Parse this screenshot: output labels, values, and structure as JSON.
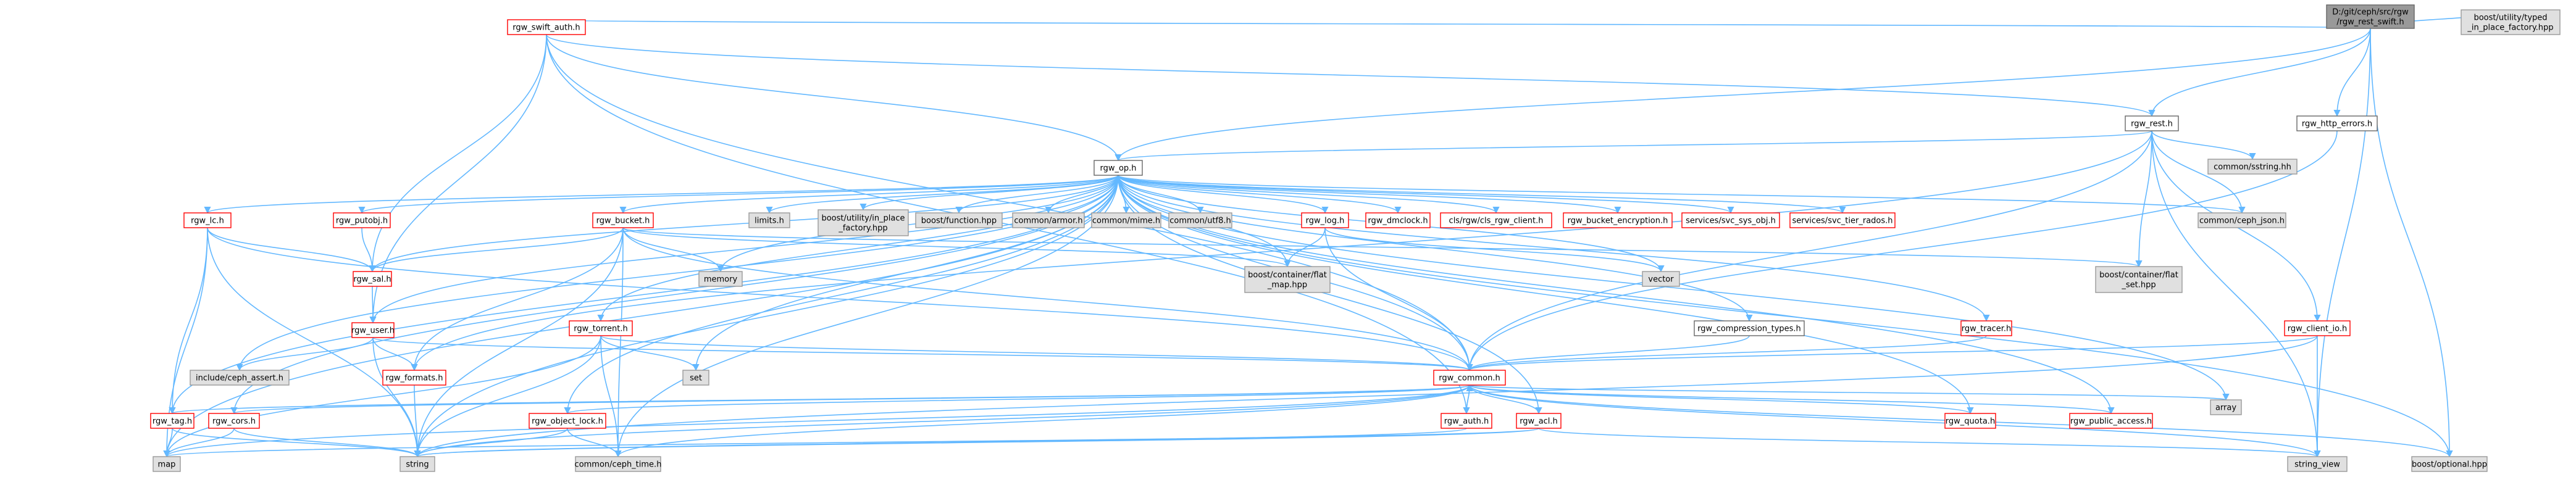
{
  "styles": {
    "root": {
      "fill": "#999999",
      "stroke": "#666666"
    },
    "red": {
      "fill": "#ffffff",
      "stroke": "#ff0000"
    },
    "plain": {
      "fill": "#ffffff",
      "stroke": "#666666"
    },
    "gray": {
      "fill": "#e0e0e0",
      "stroke": "#999999"
    },
    "edge_color": "#63b8ff"
  },
  "nodes": [
    {
      "id": "root",
      "lines": [
        "D:/git/ceph/src/rgw",
        "/rgw_rest_swift.h"
      ],
      "style": "root"
    },
    {
      "id": "swift_auth",
      "lines": [
        "rgw_swift_auth.h"
      ],
      "style": "red"
    },
    {
      "id": "rest",
      "lines": [
        "rgw_rest.h"
      ],
      "style": "plain"
    },
    {
      "id": "http_errors",
      "lines": [
        "rgw_http_errors.h"
      ],
      "style": "plain"
    },
    {
      "id": "typed_factory",
      "lines": [
        "boost/utility/typed",
        "_in_place_factory.hpp"
      ],
      "style": "gray"
    },
    {
      "id": "op",
      "lines": [
        "rgw_op.h"
      ],
      "style": "plain"
    },
    {
      "id": "cstring",
      "lines": [
        "common/sstring.hh"
      ],
      "style": "gray"
    },
    {
      "id": "lc",
      "lines": [
        "rgw_lc.h"
      ],
      "style": "red"
    },
    {
      "id": "putobj",
      "lines": [
        "rgw_putobj.h"
      ],
      "style": "red"
    },
    {
      "id": "bucket",
      "lines": [
        "rgw_bucket.h"
      ],
      "style": "red"
    },
    {
      "id": "limits",
      "lines": [
        "limits.h"
      ],
      "style": "gray"
    },
    {
      "id": "inplace",
      "lines": [
        "boost/utility/in_place",
        "_factory.hpp"
      ],
      "style": "gray"
    },
    {
      "id": "function",
      "lines": [
        "boost/function.hpp"
      ],
      "style": "gray"
    },
    {
      "id": "armor",
      "lines": [
        "common/armor.h"
      ],
      "style": "gray"
    },
    {
      "id": "mime",
      "lines": [
        "common/mime.h"
      ],
      "style": "gray"
    },
    {
      "id": "utf8",
      "lines": [
        "common/utf8.h"
      ],
      "style": "gray"
    },
    {
      "id": "log",
      "lines": [
        "rgw_log.h"
      ],
      "style": "red"
    },
    {
      "id": "dmclock",
      "lines": [
        "rgw_dmclock.h"
      ],
      "style": "red"
    },
    {
      "id": "cls_rgw",
      "lines": [
        "cls/rgw/cls_rgw_client.h"
      ],
      "style": "red"
    },
    {
      "id": "bucket_enc",
      "lines": [
        "rgw_bucket_encryption.h"
      ],
      "style": "red"
    },
    {
      "id": "svc_sys",
      "lines": [
        "services/svc_sys_obj.h"
      ],
      "style": "red"
    },
    {
      "id": "svc_tier",
      "lines": [
        "services/svc_tier_rados.h"
      ],
      "style": "red"
    },
    {
      "id": "json",
      "lines": [
        "common/ceph_json.h"
      ],
      "style": "gray"
    },
    {
      "id": "sal",
      "lines": [
        "rgw_sal.h"
      ],
      "style": "red"
    },
    {
      "id": "memory",
      "lines": [
        "memory"
      ],
      "style": "gray"
    },
    {
      "id": "flat_map",
      "lines": [
        "boost/container/flat",
        "_map.hpp"
      ],
      "style": "gray"
    },
    {
      "id": "vector",
      "lines": [
        "vector"
      ],
      "style": "gray"
    },
    {
      "id": "flat_set",
      "lines": [
        "boost/container/flat",
        "_set.hpp"
      ],
      "style": "gray"
    },
    {
      "id": "user",
      "lines": [
        "rgw_user.h"
      ],
      "style": "red"
    },
    {
      "id": "torrent",
      "lines": [
        "rgw_torrent.h"
      ],
      "style": "red"
    },
    {
      "id": "compression",
      "lines": [
        "rgw_compression_types.h"
      ],
      "style": "plain"
    },
    {
      "id": "tracer",
      "lines": [
        "rgw_tracer.h"
      ],
      "style": "red"
    },
    {
      "id": "client_io",
      "lines": [
        "rgw_client_io.h"
      ],
      "style": "red"
    },
    {
      "id": "asset",
      "lines": [
        "include/ceph_assert.h"
      ],
      "style": "gray"
    },
    {
      "id": "formats",
      "lines": [
        "rgw_formats.h"
      ],
      "style": "red"
    },
    {
      "id": "set",
      "lines": [
        "set"
      ],
      "style": "gray"
    },
    {
      "id": "common",
      "lines": [
        "rgw_common.h"
      ],
      "style": "red"
    },
    {
      "id": "array",
      "lines": [
        "array"
      ],
      "style": "gray"
    },
    {
      "id": "tag",
      "lines": [
        "rgw_tag.h"
      ],
      "style": "red"
    },
    {
      "id": "cors",
      "lines": [
        "rgw_cors.h"
      ],
      "style": "red"
    },
    {
      "id": "objlock",
      "lines": [
        "rgw_object_lock.h"
      ],
      "style": "red"
    },
    {
      "id": "auth",
      "lines": [
        "rgw_auth.h"
      ],
      "style": "red"
    },
    {
      "id": "acl",
      "lines": [
        "rgw_acl.h"
      ],
      "style": "red"
    },
    {
      "id": "quota",
      "lines": [
        "rgw_quota.h"
      ],
      "style": "red"
    },
    {
      "id": "public_access",
      "lines": [
        "rgw_public_access.h"
      ],
      "style": "red"
    },
    {
      "id": "map",
      "lines": [
        "map"
      ],
      "style": "gray"
    },
    {
      "id": "string",
      "lines": [
        "string"
      ],
      "style": "gray"
    },
    {
      "id": "ceph_time",
      "lines": [
        "common/ceph_time.h"
      ],
      "style": "gray"
    },
    {
      "id": "string_view",
      "lines": [
        "string_view"
      ],
      "style": "gray"
    },
    {
      "id": "optional",
      "lines": [
        "boost/optional.hpp"
      ],
      "style": "gray"
    }
  ],
  "edges": [
    [
      "root",
      "swift_auth"
    ],
    [
      "root",
      "rest"
    ],
    [
      "root",
      "http_errors"
    ],
    [
      "root",
      "typed_factory"
    ],
    [
      "root",
      "op"
    ],
    [
      "root",
      "string_view"
    ],
    [
      "root",
      "optional"
    ],
    [
      "swift_auth",
      "op"
    ],
    [
      "swift_auth",
      "rest"
    ],
    [
      "swift_auth",
      "auth"
    ],
    [
      "swift_auth",
      "user"
    ],
    [
      "swift_auth",
      "sal"
    ],
    [
      "swift_auth",
      "common"
    ],
    [
      "rest",
      "op"
    ],
    [
      "rest",
      "cstring"
    ],
    [
      "rest",
      "json"
    ],
    [
      "rest",
      "flat_set"
    ],
    [
      "rest",
      "client_io"
    ],
    [
      "rest",
      "formats"
    ],
    [
      "rest",
      "string_view"
    ],
    [
      "rest",
      "common"
    ],
    [
      "http_errors",
      "common"
    ],
    [
      "op",
      "lc"
    ],
    [
      "op",
      "putobj"
    ],
    [
      "op",
      "bucket"
    ],
    [
      "op",
      "limits"
    ],
    [
      "op",
      "inplace"
    ],
    [
      "op",
      "function"
    ],
    [
      "op",
      "armor"
    ],
    [
      "op",
      "mime"
    ],
    [
      "op",
      "utf8"
    ],
    [
      "op",
      "log"
    ],
    [
      "op",
      "dmclock"
    ],
    [
      "op",
      "cls_rgw"
    ],
    [
      "op",
      "bucket_enc"
    ],
    [
      "op",
      "svc_sys"
    ],
    [
      "op",
      "svc_tier"
    ],
    [
      "op",
      "json"
    ],
    [
      "op",
      "sal"
    ],
    [
      "op",
      "memory"
    ],
    [
      "op",
      "flat_map"
    ],
    [
      "op",
      "vector"
    ],
    [
      "op",
      "user"
    ],
    [
      "op",
      "torrent"
    ],
    [
      "op",
      "compression"
    ],
    [
      "op",
      "tracer"
    ],
    [
      "op",
      "asset"
    ],
    [
      "op",
      "set"
    ],
    [
      "op",
      "common"
    ],
    [
      "op",
      "array"
    ],
    [
      "op",
      "tag"
    ],
    [
      "op",
      "cors"
    ],
    [
      "op",
      "objlock"
    ],
    [
      "op",
      "acl"
    ],
    [
      "op",
      "quota"
    ],
    [
      "op",
      "public_access"
    ],
    [
      "op",
      "map"
    ],
    [
      "op",
      "string"
    ],
    [
      "op",
      "ceph_time"
    ],
    [
      "op",
      "optional"
    ],
    [
      "lc",
      "sal"
    ],
    [
      "lc",
      "tag"
    ],
    [
      "lc",
      "common"
    ],
    [
      "lc",
      "map"
    ],
    [
      "lc",
      "string"
    ],
    [
      "putobj",
      "sal"
    ],
    [
      "bucket",
      "sal"
    ],
    [
      "bucket",
      "memory"
    ],
    [
      "bucket",
      "flat_map"
    ],
    [
      "bucket",
      "flat_set"
    ],
    [
      "bucket",
      "formats"
    ],
    [
      "bucket",
      "common"
    ],
    [
      "bucket",
      "string"
    ],
    [
      "bucket",
      "ceph_time"
    ],
    [
      "log",
      "flat_map"
    ],
    [
      "log",
      "vector"
    ],
    [
      "log",
      "common"
    ],
    [
      "sal",
      "user"
    ],
    [
      "user",
      "asset"
    ],
    [
      "user",
      "formats"
    ],
    [
      "user",
      "common"
    ],
    [
      "user",
      "string"
    ],
    [
      "torrent",
      "set"
    ],
    [
      "torrent",
      "common"
    ],
    [
      "torrent",
      "string"
    ],
    [
      "torrent",
      "ceph_time"
    ],
    [
      "torrent",
      "map"
    ],
    [
      "compression",
      "common"
    ],
    [
      "tracer",
      "common"
    ],
    [
      "client_io",
      "common"
    ],
    [
      "client_io",
      "string_view"
    ],
    [
      "client_io",
      "string"
    ],
    [
      "formats",
      "string"
    ],
    [
      "common",
      "auth"
    ],
    [
      "common",
      "acl"
    ],
    [
      "common",
      "quota"
    ],
    [
      "common",
      "public_access"
    ],
    [
      "common",
      "cors"
    ],
    [
      "common",
      "tag"
    ],
    [
      "common",
      "objlock"
    ],
    [
      "common",
      "array"
    ],
    [
      "common",
      "map"
    ],
    [
      "common",
      "string"
    ],
    [
      "common",
      "string_view"
    ],
    [
      "common",
      "optional"
    ],
    [
      "common",
      "ceph_time"
    ],
    [
      "tag",
      "map"
    ],
    [
      "tag",
      "string"
    ],
    [
      "cors",
      "map"
    ],
    [
      "cors",
      "string"
    ],
    [
      "objlock",
      "string"
    ],
    [
      "objlock",
      "ceph_time"
    ],
    [
      "auth",
      "common"
    ],
    [
      "auth",
      "string"
    ],
    [
      "acl",
      "map"
    ],
    [
      "acl",
      "string"
    ],
    [
      "acl",
      "string_view"
    ]
  ]
}
